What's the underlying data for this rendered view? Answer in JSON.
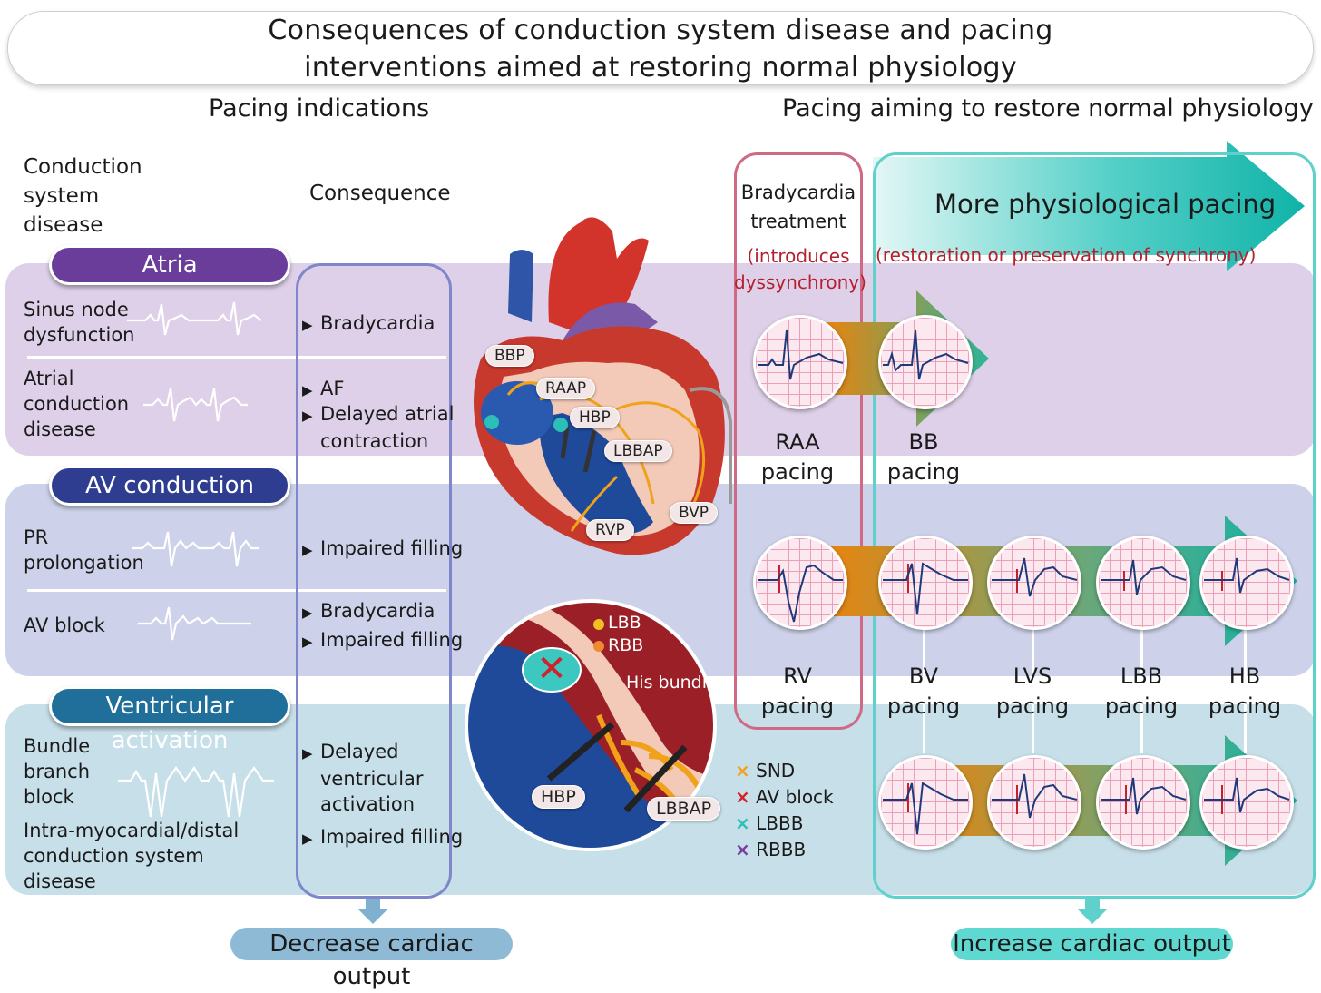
{
  "title": {
    "line1": "Consequences of conduction system disease and pacing",
    "line2": "interventions aimed at restoring normal physiology"
  },
  "left_header": "Pacing indications",
  "right_header": "Pacing aiming to restore normal physiology",
  "col_headers": {
    "disease": [
      "Conduction",
      "system",
      "disease"
    ],
    "consequence": "Consequence"
  },
  "categories": {
    "atria": "Atria",
    "av": "AV conduction",
    "ventricular": "Ventricular activation"
  },
  "diseases": {
    "sinus": [
      "Sinus node",
      "dysfunction"
    ],
    "atrial": [
      "Atrial",
      "conduction",
      "disease"
    ],
    "pr": [
      "PR",
      "prolongation"
    ],
    "avblock": "AV block",
    "bbb": [
      "Bundle",
      "branch",
      "block"
    ],
    "intra": [
      "Intra-myocardial/distal",
      "conduction system",
      "disease"
    ]
  },
  "consequences": {
    "c1": "Bradycardia",
    "c2a": "AF",
    "c2b": [
      "Delayed atrial",
      "contraction"
    ],
    "c3": "Impaired filling",
    "c4a": "Bradycardia",
    "c4b": "Impaired filling",
    "c5": [
      "Delayed",
      "ventricular",
      "activation"
    ],
    "c6": "Impaired filling"
  },
  "heart_labels": {
    "bbp": "BBP",
    "raap": "RAAP",
    "hbp": "HBP",
    "lbbap": "LBBAP",
    "bvp": "BVP",
    "rvp": "RVP"
  },
  "inset": {
    "lbb": "LBB",
    "rbb": "RBB",
    "his": "His bundle",
    "hbp": "HBP",
    "lbbap": "LBBAP"
  },
  "legend": [
    {
      "mark": "×",
      "color": "#f0a21a",
      "label": "SND"
    },
    {
      "mark": "×",
      "color": "#d4202a",
      "label": "AV block"
    },
    {
      "mark": "×",
      "color": "#2bbfb7",
      "label": "LBBB"
    },
    {
      "mark": "×",
      "color": "#7a3ca0",
      "label": "RBBB"
    }
  ],
  "brady_box": {
    "line1": "Bradycardia",
    "line2": "treatment",
    "red1": "(introduces",
    "red2": "dyssynchrony)"
  },
  "arrow": {
    "label": "More physiological pacing",
    "sub": "(restoration or preservation of synchrony)"
  },
  "pacing": {
    "raa": [
      "RAA",
      "pacing"
    ],
    "bb": [
      "BB",
      "pacing"
    ],
    "rv": [
      "RV",
      "pacing"
    ],
    "bv": [
      "BV",
      "pacing"
    ],
    "lvs": [
      "LVS",
      "pacing"
    ],
    "lbb": [
      "LBB",
      "pacing"
    ],
    "hb": [
      "HB",
      "pacing"
    ]
  },
  "outputs": {
    "decrease": "Decrease cardiac output",
    "increase": "Increase cardiac output"
  },
  "colors": {
    "atria_band": "#dccbe6",
    "av_band": "#c8cde6",
    "vent_band": "#c5dce6",
    "atria_pill": "#6a3d9a",
    "av_pill": "#2e3d8f",
    "vent_pill": "#1f6f9a",
    "brady_border": "#d06a84",
    "teal_border": "#5fd0cc",
    "teal": "#18b8ae",
    "orange": "#e8840e",
    "red_text": "#b5202f"
  }
}
